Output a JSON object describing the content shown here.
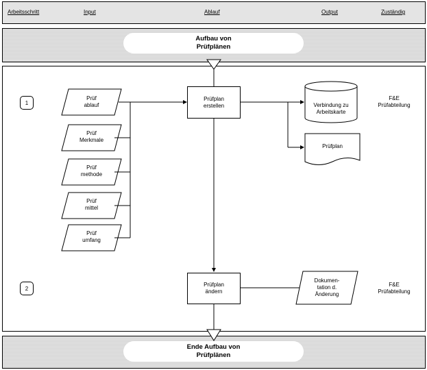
{
  "header": {
    "col_step": "Arbeitsschritt",
    "col_input": "Input",
    "col_flow": "Ablauf",
    "col_output": "Output",
    "col_owner": "Zuständig"
  },
  "start": {
    "label_line1": "Aufbau von",
    "label_line2": "Prüfplänen"
  },
  "end": {
    "label_line1": "Ende Aufbau von",
    "label_line2": "Prüfplänen"
  },
  "steps": [
    {
      "number": "1",
      "owner_line1": "F&E",
      "owner_line2": "Prüfabteilung"
    },
    {
      "number": "2",
      "owner_line1": "F&E",
      "owner_line2": "Prüfabteilung"
    }
  ],
  "inputs": [
    {
      "line1": "Prüf",
      "line2": "ablauf"
    },
    {
      "line1": "Prüf",
      "line2": "Merkmale"
    },
    {
      "line1": "Prüf",
      "line2": "methode"
    },
    {
      "line1": "Prüf",
      "line2": "mittel"
    },
    {
      "line1": "Prüf",
      "line2": "umfang"
    }
  ],
  "processes": [
    {
      "line1": "Prüfplan",
      "line2": "erstellen"
    },
    {
      "line1": "Prüfplan",
      "line2": "ändern"
    }
  ],
  "outputs": {
    "database": {
      "line1": "Verbindung zu",
      "line2": "Arbeitskarte"
    },
    "document": {
      "line1": "Prüfplan"
    },
    "change_doc": {
      "line1": "Dokumen-",
      "line2": "tation d.",
      "line3": "Änderung"
    }
  }
}
